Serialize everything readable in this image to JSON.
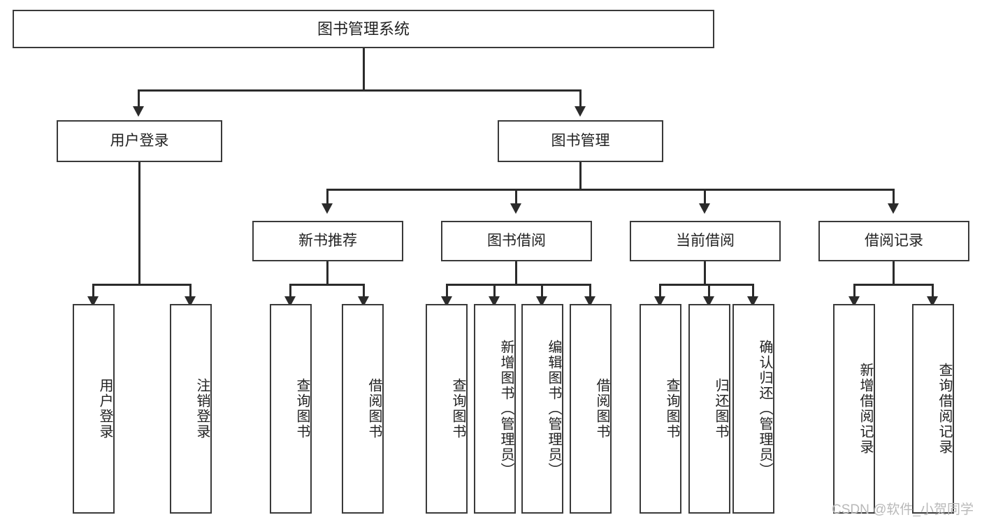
{
  "diagram": {
    "title": "图书管理系统",
    "type": "tree-hierarchy-diagram",
    "colors": {
      "box_border": "#3a3a3a",
      "connector": "#2b2b2b",
      "text": "#222222",
      "background": "#ffffff",
      "watermark": "#b9b9b9"
    }
  },
  "nodes": {
    "root": {
      "label": "图书管理系统"
    },
    "level2": [
      {
        "label": "用户登录"
      },
      {
        "label": "图书管理"
      }
    ],
    "level3": [
      {
        "label": "新书推荐"
      },
      {
        "label": "图书借阅"
      },
      {
        "label": "当前借阅"
      },
      {
        "label": "借阅记录"
      }
    ],
    "leaves": {
      "user_login": [
        {
          "label": "用户登录"
        },
        {
          "label": "注销登录"
        }
      ],
      "new_book_recommend": [
        {
          "label": "查询图书"
        },
        {
          "label": "借阅图书"
        }
      ],
      "book_borrow": [
        {
          "label": "查询图书"
        },
        {
          "label": "新增图书（管理员）"
        },
        {
          "label": "编辑图书（管理员）"
        },
        {
          "label": "借阅图书"
        }
      ],
      "current_borrow": [
        {
          "label": "查询图书"
        },
        {
          "label": "归还图书"
        },
        {
          "label": "确认归还（管理员）"
        }
      ],
      "borrow_record": [
        {
          "label": "新增借阅记录"
        },
        {
          "label": "查询借阅记录"
        }
      ]
    }
  },
  "watermark": {
    "text": "CSDN @软件_小贺同学"
  }
}
